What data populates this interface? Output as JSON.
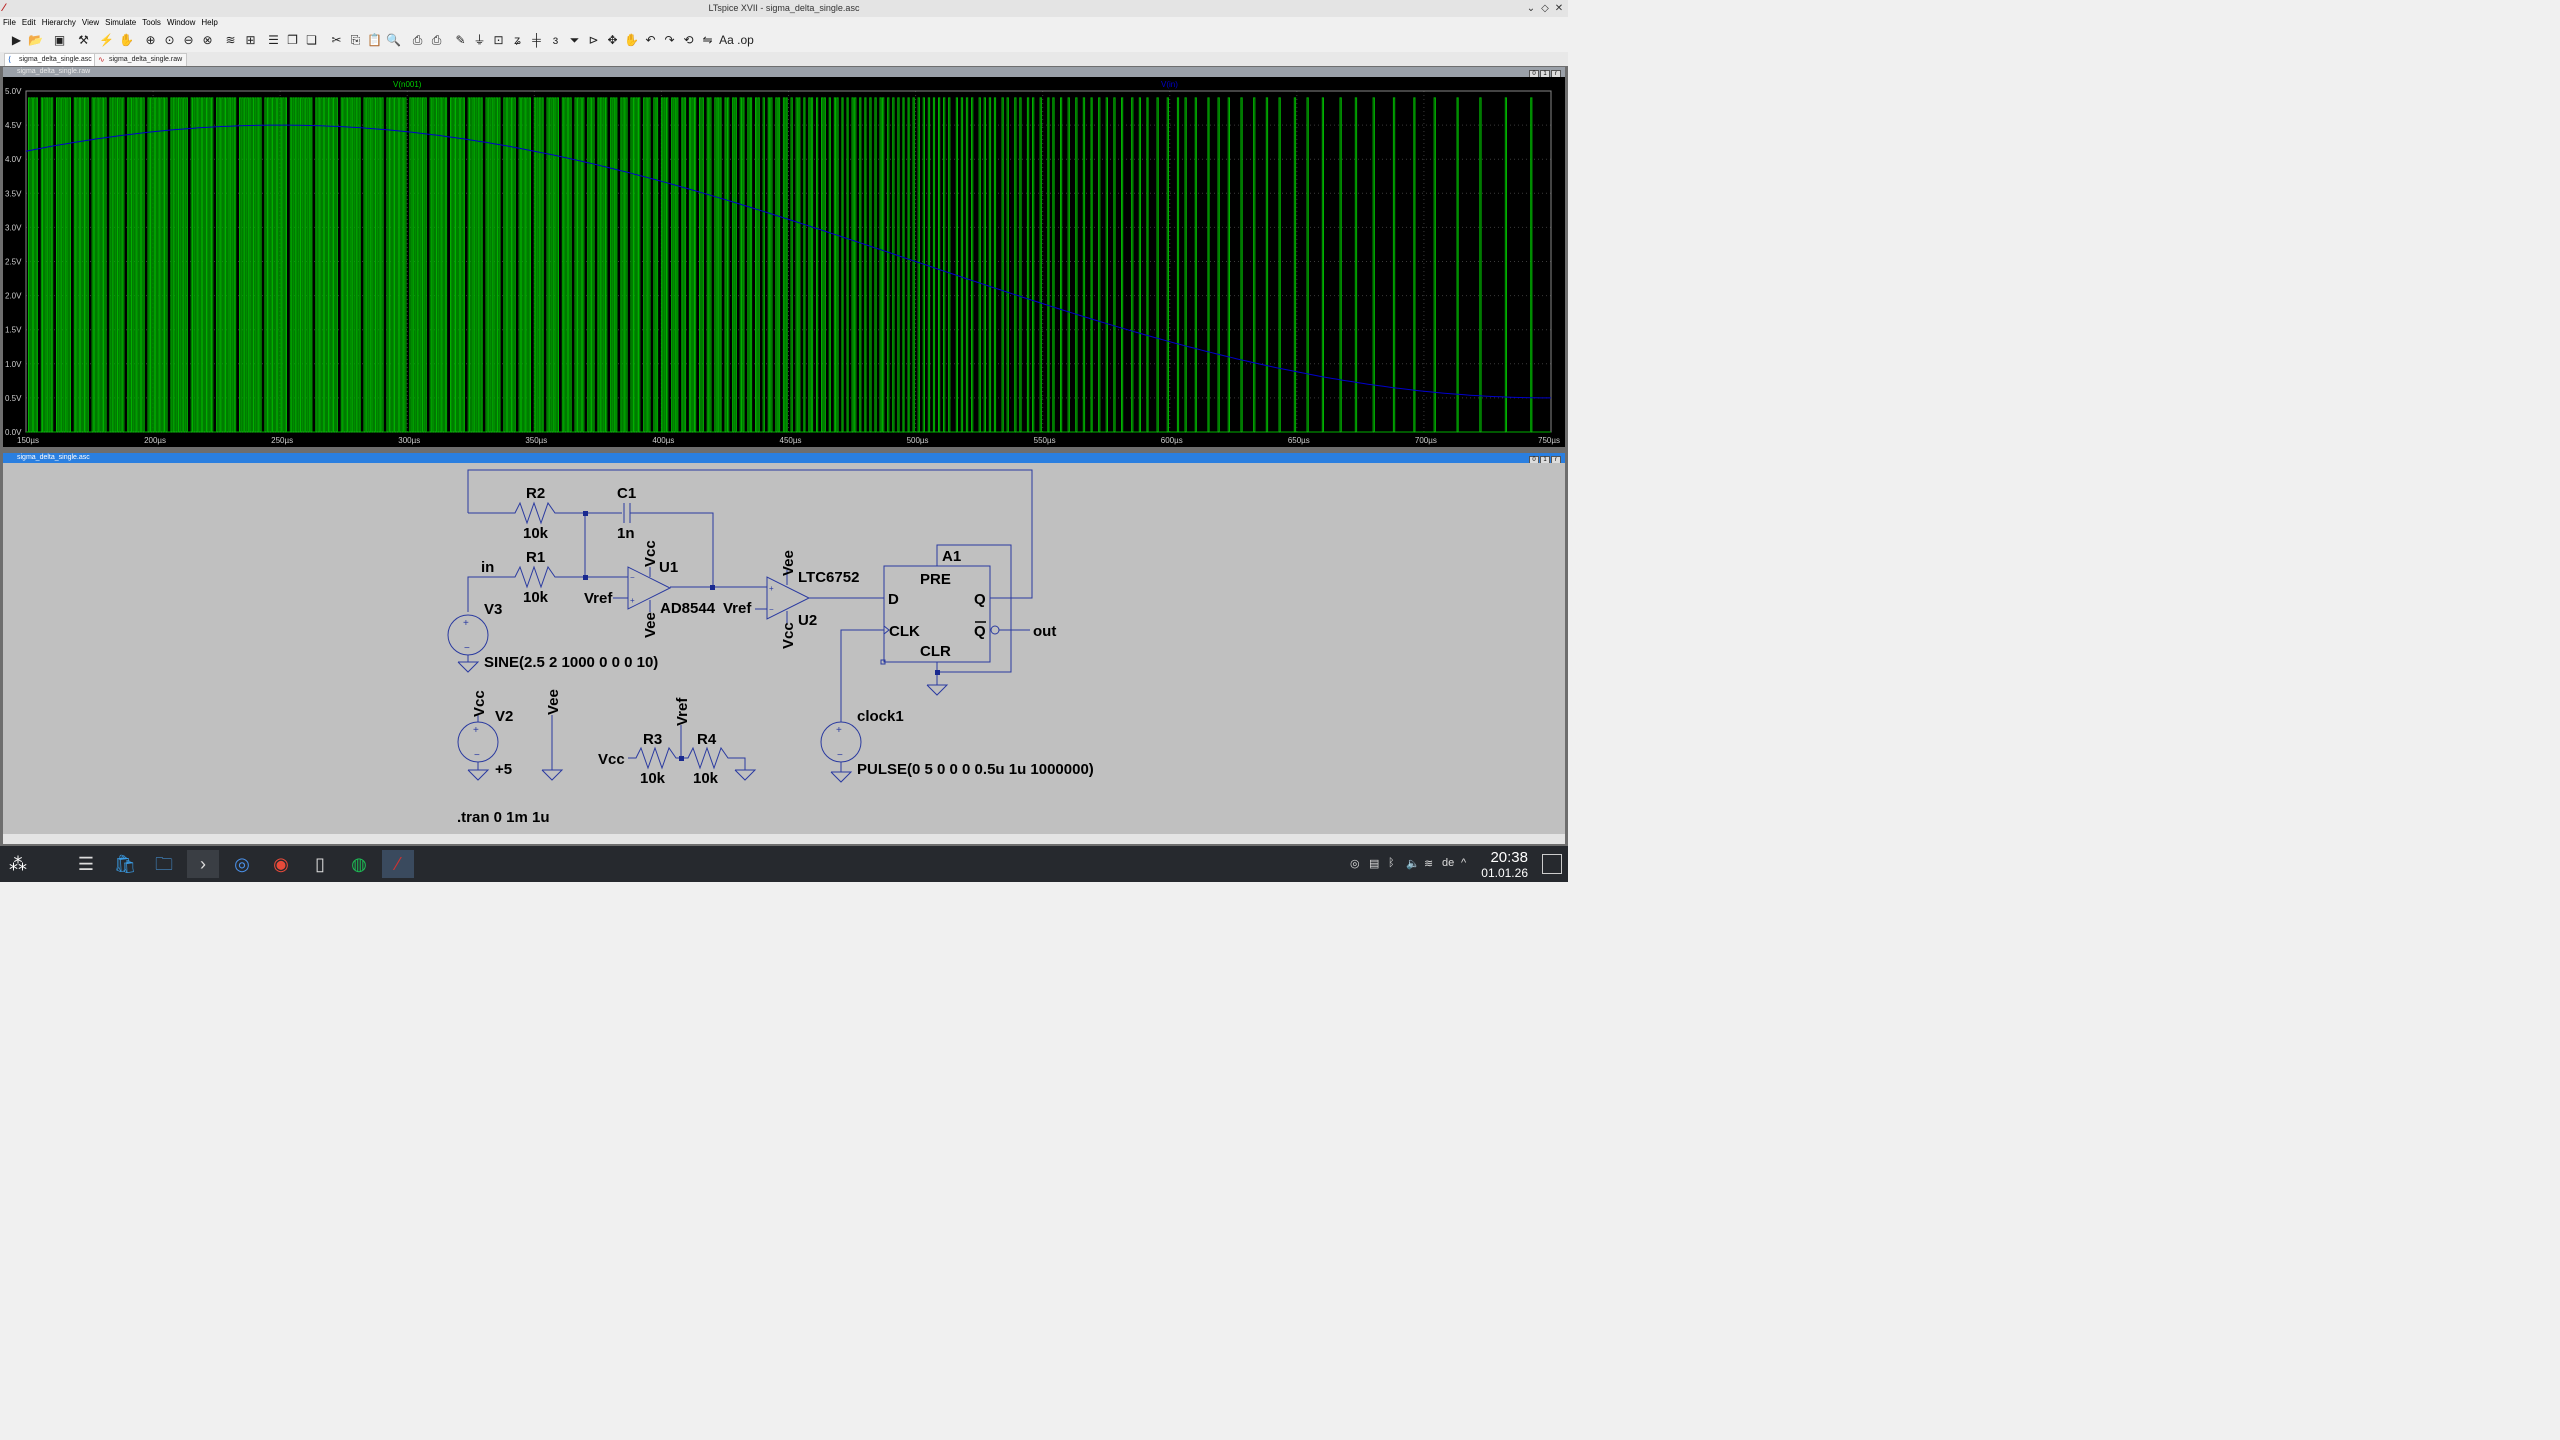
{
  "window": {
    "title": "LTspice XVII - sigma_delta_single.asc"
  },
  "menu": [
    "File",
    "Edit",
    "Hierarchy",
    "View",
    "Simulate",
    "Tools",
    "Window",
    "Help"
  ],
  "tabs": [
    {
      "label": "sigma_delta_single.asc",
      "active": true
    },
    {
      "label": "sigma_delta_single.raw",
      "active": false
    }
  ],
  "waveform": {
    "window_title": "sigma_delta_single.raw",
    "traces": [
      {
        "name": "V(n001)",
        "color": "#00cc00"
      },
      {
        "name": "V(in)",
        "color": "#0000ff"
      }
    ],
    "y_ticks": [
      "5.0V",
      "4.5V",
      "4.0V",
      "3.5V",
      "3.0V",
      "2.5V",
      "2.0V",
      "1.5V",
      "1.0V",
      "0.5V",
      "0.0V"
    ],
    "x_ticks": [
      "150µs",
      "200µs",
      "250µs",
      "300µs",
      "350µs",
      "400µs",
      "450µs",
      "500µs",
      "550µs",
      "600µs",
      "650µs",
      "700µs",
      "750µs"
    ]
  },
  "chart_data": {
    "type": "line",
    "x_range_us": [
      150,
      750
    ],
    "ylim": [
      0,
      5
    ],
    "series": [
      {
        "name": "V(n001)",
        "kind": "pulse-stream",
        "high": 4.9,
        "low": 0.0
      },
      {
        "name": "V(in)",
        "kind": "sine",
        "offset": 2.5,
        "amplitude": 2.0,
        "freq_hz": 1000
      }
    ],
    "x_tick_labels": [
      "150µs",
      "200µs",
      "250µs",
      "300µs",
      "350µs",
      "400µs",
      "450µs",
      "500µs",
      "550µs",
      "600µs",
      "650µs",
      "700µs",
      "750µs"
    ],
    "y_tick_labels": [
      "5.0V",
      "4.5V",
      "4.0V",
      "3.5V",
      "3.0V",
      "2.5V",
      "2.0V",
      "1.5V",
      "1.0V",
      "0.5V",
      "0.0V"
    ],
    "grid": true
  },
  "schematic": {
    "window_title": "sigma_delta_single.asc",
    "labels": {
      "r2": "R2",
      "r2v": "10k",
      "c1": "C1",
      "c1v": "1n",
      "in": "in",
      "r1": "R1",
      "r1v": "10k",
      "u1": "U1",
      "vcc_u1": "Vcc",
      "vee_u1": "Vee",
      "vref_u1": "Vref",
      "ad8544": "AD8544",
      "vref_u2": "Vref",
      "vee_u2": "Vee",
      "ltc": "LTC6752",
      "vcc_u2": "Vcc",
      "u2": "U2",
      "a1": "A1",
      "pre": "PRE",
      "d": "D",
      "q": "Q",
      "clk": "CLK",
      "qbar": "Q",
      "clr": "CLR",
      "out": "out",
      "v3": "V3",
      "sine": "SINE(2.5 2 1000 0 0 0 10)",
      "vcc_v2": "Vcc",
      "v2": "V2",
      "v2v": "+5",
      "vee_flag": "Vee",
      "vref_flag": "Vref",
      "r3": "R3",
      "r3v": "10k",
      "r4": "R4",
      "r4v": "10k",
      "vcc_r3": "Vcc",
      "clock1": "clock1",
      "pulse": "PULSE(0 5 0 0 0 0.5u 1u 1000000)",
      "tran": ".tran 0 1m 1u"
    }
  },
  "taskbar": {
    "time": "20:38",
    "date": "01.01.26",
    "lang": "de"
  }
}
